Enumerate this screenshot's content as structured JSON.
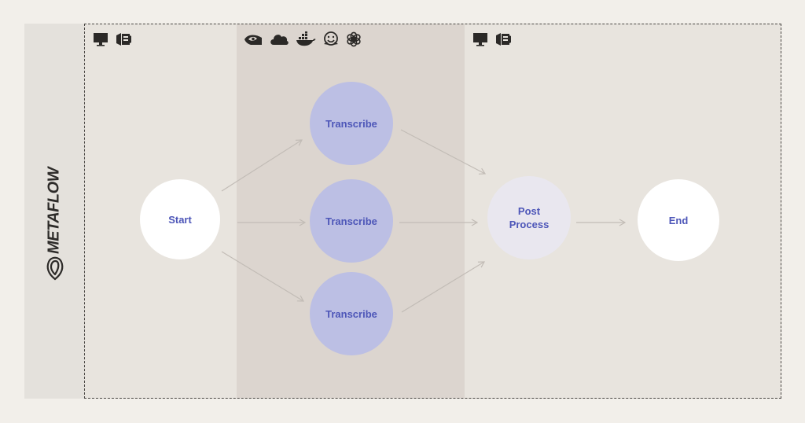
{
  "brand": {
    "name": "METAFLOW"
  },
  "nodes": {
    "start": "Start",
    "transcribe_top": "Transcribe",
    "transcribe_mid": "Transcribe",
    "transcribe_bottom": "Transcribe",
    "post_process": "Post\nProcess",
    "end": "End"
  },
  "icons": {
    "left": [
      "monitor-icon",
      "server-icon"
    ],
    "middle": [
      "nvidia-icon",
      "cloud-icon",
      "docker-icon",
      "hugging-face-icon",
      "openai-icon"
    ],
    "right": [
      "monitor-icon",
      "server-icon"
    ]
  },
  "colors": {
    "node_text": "#4d56b8",
    "transcribe_fill": "#bcbfe4",
    "post_process_fill": "#e9e7ef",
    "start_end_fill": "#ffffff",
    "band": "#dcd5cf",
    "arrow": "#c2bcb6"
  }
}
